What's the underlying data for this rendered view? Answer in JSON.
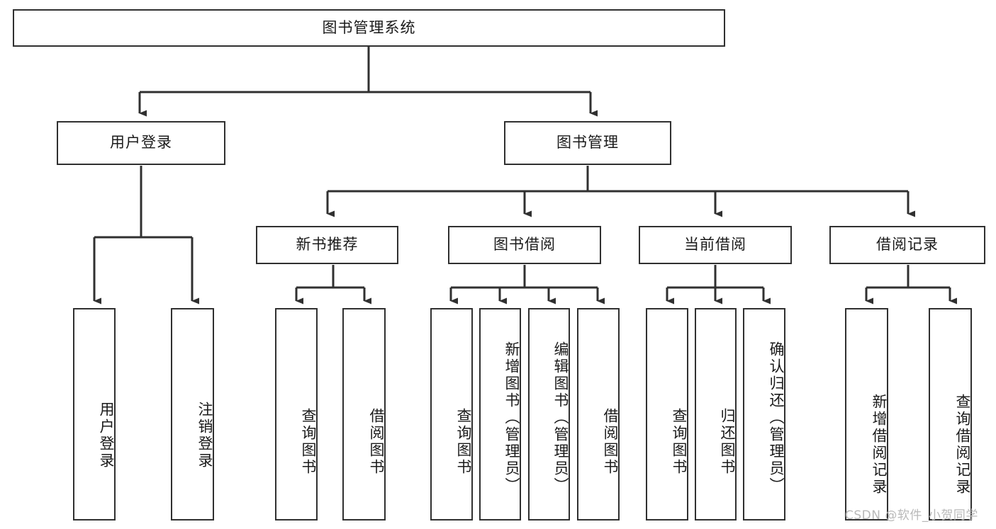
{
  "diagram": {
    "title": "图书管理系统",
    "stroke_color": "#303030",
    "fill_color": "#ffffff",
    "text_color": "#1a1a1a"
  },
  "root": {
    "label": "图书管理系统"
  },
  "level2": [
    {
      "label": "用户登录"
    },
    {
      "label": "图书管理"
    }
  ],
  "level3": [
    {
      "label": "新书推荐"
    },
    {
      "label": "图书借阅"
    },
    {
      "label": "当前借阅"
    },
    {
      "label": "借阅记录"
    }
  ],
  "leaves": {
    "user_login": [
      {
        "label": "用户登录"
      },
      {
        "label": "注销登录"
      }
    ],
    "new_book": [
      {
        "label": "查询图书"
      },
      {
        "label": "借阅图书"
      }
    ],
    "book_borrow": [
      {
        "label": "查询图书"
      },
      {
        "label": "新增图书（管理员）"
      },
      {
        "label": "编辑图书（管理员）"
      },
      {
        "label": "借阅图书"
      }
    ],
    "current_borrow": [
      {
        "label": "查询图书"
      },
      {
        "label": "归还图书"
      },
      {
        "label": "确认归还（管理员）"
      }
    ],
    "borrow_record": [
      {
        "label": "新增借阅记录"
      },
      {
        "label": "查询借阅记录"
      }
    ]
  },
  "watermark": {
    "text": "CSDN @软件_小贺同学"
  }
}
